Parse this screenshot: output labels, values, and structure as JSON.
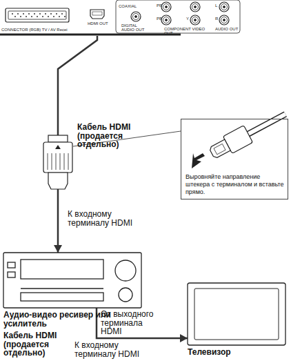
{
  "diagram": {
    "nodes": [
      {
        "text": [
          "CONNECTOR (RGB) TV / AV Recei",
          "HDMI OUT",
          "COAXIAL",
          "DIGITAL AUDIO OUT",
          "PR",
          "PB",
          "Y",
          "COMPONENT VIDEO OUT",
          "L",
          "R",
          "AUDIO OUT"
        ]
      },
      {
        "text": [
          "Выровняйте направление штекера с терминалом и вставьте прямо."
        ]
      },
      {
        "text": [
          "Аудио-видео ресивер или усилитель"
        ]
      },
      {
        "text": [
          "Телевизор"
        ]
      }
    ],
    "edges": [
      {
        "from": 0,
        "to": 2,
        "arrow": "to",
        "label": "К входному терминалу HDMI"
      },
      {
        "from": 2,
        "to": 3,
        "arrow": "to",
        "label": "К входному терминалу HDMI"
      }
    ],
    "labels": [
      "Кабель HDMI (продается отдельно)",
      "От выходного терминала HDMI",
      "Кабель HDMI (продается отдельно)"
    ]
  }
}
